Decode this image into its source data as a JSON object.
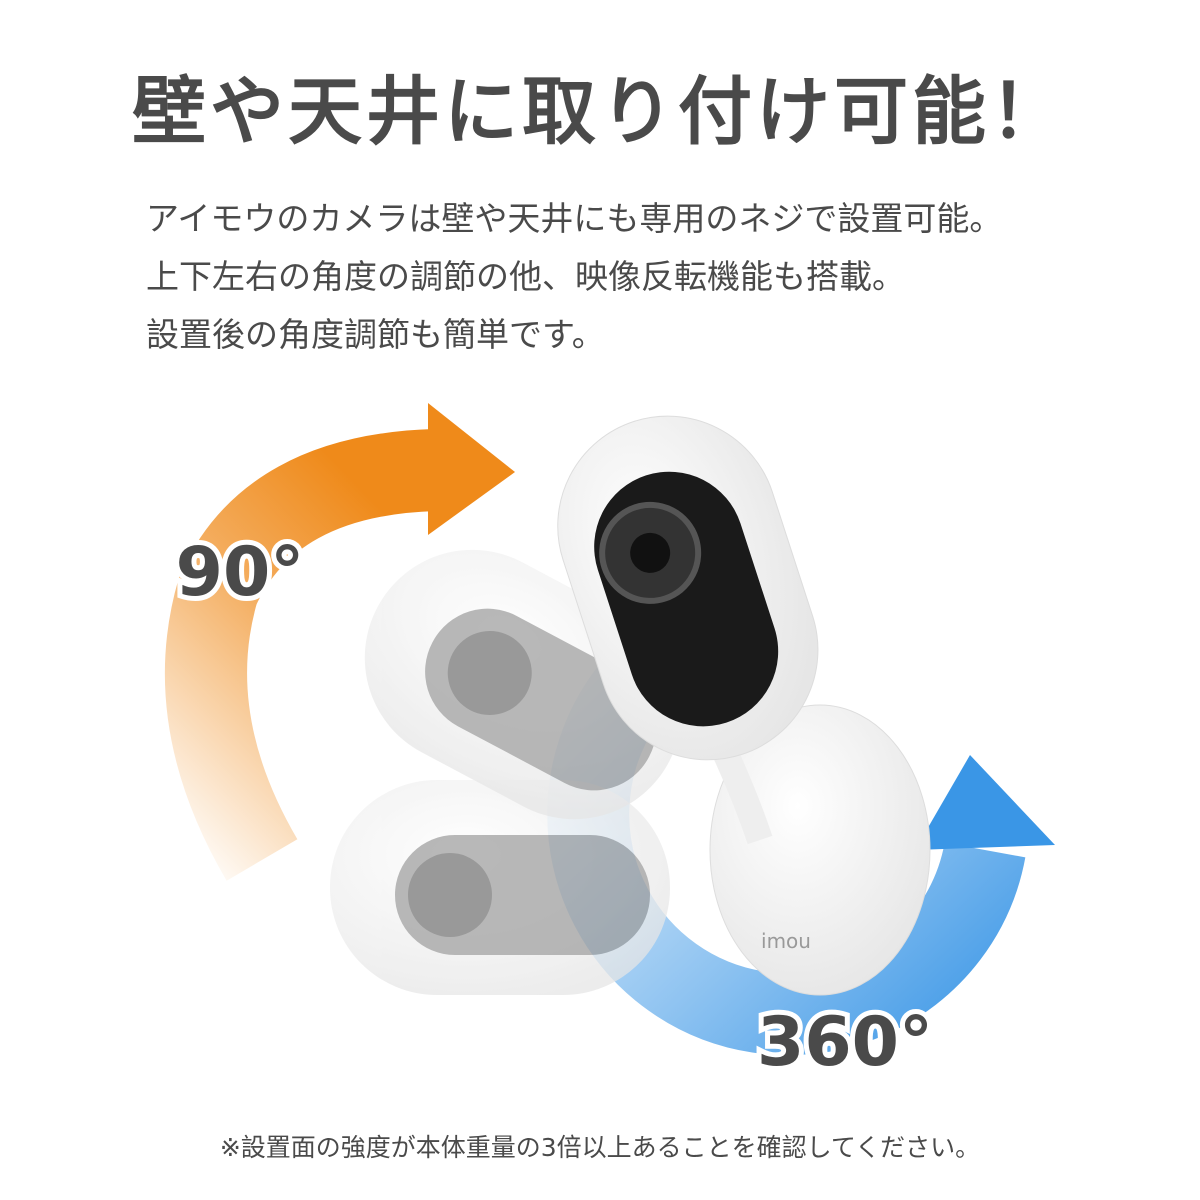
{
  "title": "壁や天井に取り付け可能！",
  "description": [
    "アイモウのカメラは壁や天井にも専用のネジで設置可能。",
    "上下左右の角度の調節の他、映像反転機能も搭載。",
    "設置後の角度調節も簡単です。"
  ],
  "tilt_label": "90°",
  "pan_label": "360°",
  "brand_logo": "imou",
  "note": "※設置面の強度が本体重量の3倍以上あることを確認してください。",
  "colors": {
    "orange": "#ef8a1a",
    "blue": "#3a96e6",
    "text": "#4a4a4a"
  }
}
